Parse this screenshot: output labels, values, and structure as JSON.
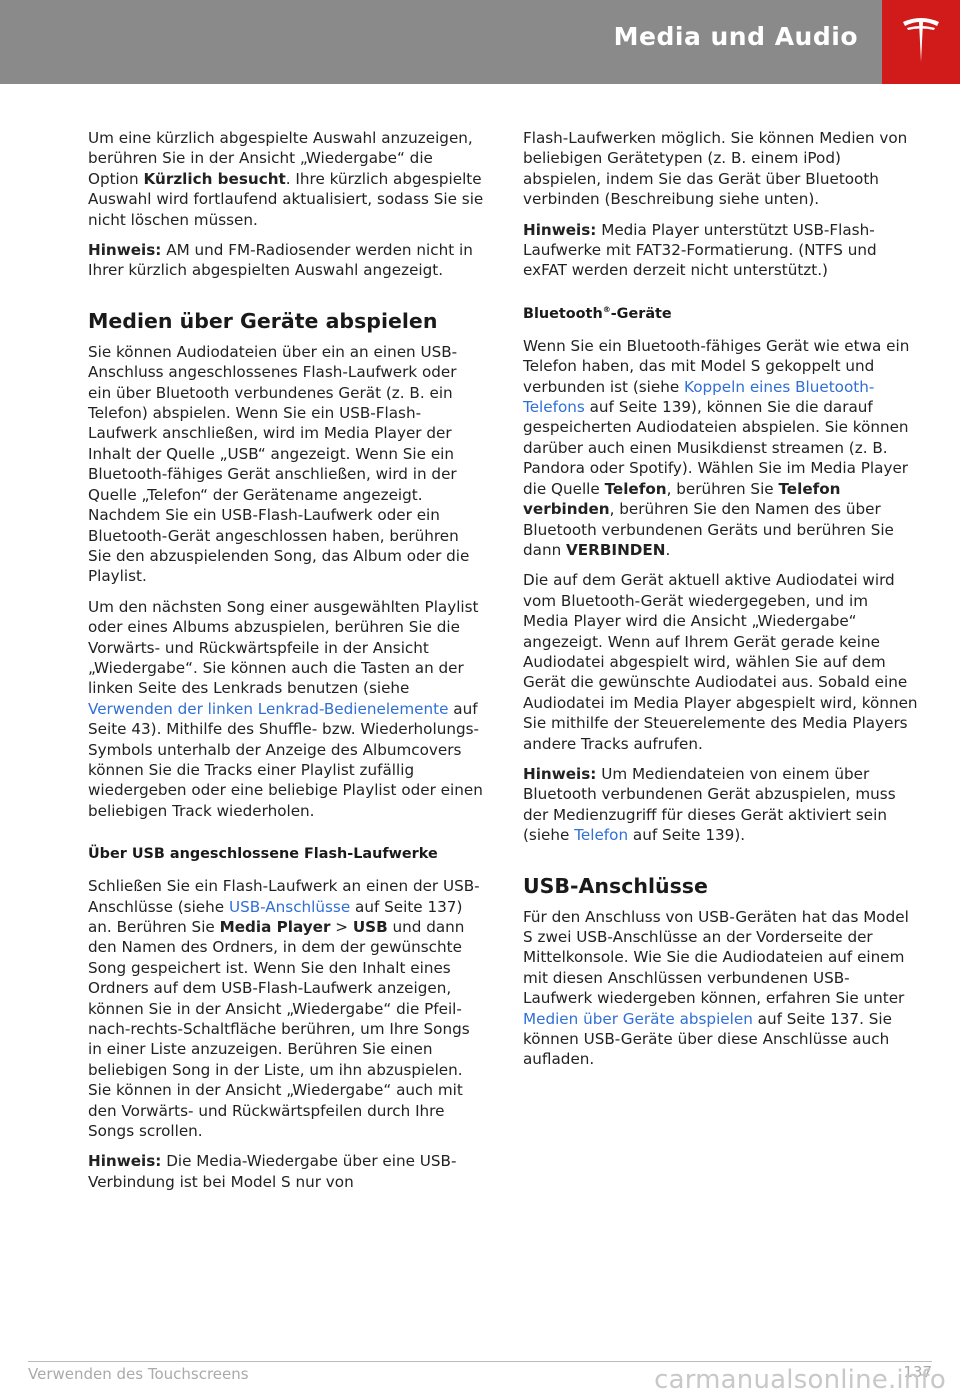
{
  "header": {
    "title": "Media und Audio",
    "accent_color": "#d11a1a",
    "bar_color": "#8a8a8a",
    "logo_icon": "tesla-logo"
  },
  "left": {
    "p1_a": "Um eine kürzlich abgespielte Auswahl anzuzeigen, berühren Sie in der Ansicht „Wiedergabe“ die Option ",
    "p1_b": "Kürzlich besucht",
    "p1_c": ". Ihre kürzlich abgespielte Auswahl wird fortlaufend aktualisiert, sodass Sie sie nicht löschen müssen.",
    "note1_label": "Hinweis:",
    "note1_text": " AM und FM-Radiosender werden nicht in Ihrer kürzlich abgespielten Auswahl angezeigt.",
    "h_medien": "Medien über Geräte abspielen",
    "p2": "Sie können Audiodateien über ein an einen USB-Anschluss angeschlossenes Flash-Laufwerk oder ein über Bluetooth verbundenes Gerät (z. B. ein Telefon) abspielen. Wenn Sie ein USB-Flash-Laufwerk anschließen, wird im Media Player der Inhalt der Quelle „USB“ angezeigt. Wenn Sie ein Bluetooth-fähiges Gerät anschließen, wird in der Quelle „Telefon“ der Gerätename angezeigt. Nachdem Sie ein USB-Flash-Laufwerk oder ein Bluetooth-Gerät angeschlossen haben, berühren Sie den abzuspielenden Song, das Album oder die Playlist.",
    "p3_a": "Um den nächsten Song einer ausgewählten Playlist oder eines Albums abzuspielen, berühren Sie die Vorwärts- und Rückwärtspfeile in der Ansicht „Wiedergabe“. Sie können auch die Tasten an der linken Seite des Lenkrads benutzen (siehe ",
    "p3_link": "Verwenden der linken Lenkrad-Bedienelemente",
    "p3_b": " auf Seite 43). Mithilfe des Shuffle- bzw. Wiederholungs-Symbols unterhalb der Anzeige des Albumcovers können Sie die Tracks einer Playlist zufällig wiedergeben oder eine beliebige Playlist oder einen beliebigen Track wiederholen.",
    "h_usb_flash": "Über USB angeschlossene Flash-Laufwerke",
    "p4_a": "Schließen Sie ein Flash-Laufwerk an einen der USB-Anschlüsse (siehe ",
    "p4_link": "USB-Anschlüsse",
    "p4_b": " auf Seite 137) an. Berühren Sie ",
    "p4_c": "Media Player",
    "p4_d": " > ",
    "p4_e": "USB",
    "p4_f": " und dann den Namen des Ordners, in dem der gewünschte Song gespeichert ist. Wenn Sie den Inhalt eines Ordners auf dem USB-Flash-Laufwerk anzeigen, können Sie in der Ansicht „Wiedergabe“ die Pfeil-nach-rechts-Schaltfläche berühren, um Ihre Songs in einer Liste anzuzeigen. Berühren Sie einen beliebigen Song in der Liste, um ihn abzuspielen. Sie können in der Ansicht „Wiedergabe“ auch mit den Vorwärts- und Rückwärtspfeilen durch Ihre Songs scrollen.",
    "note2_label": "Hinweis:",
    "note2_text": " Die Media-Wiedergabe über eine USB-Verbindung ist bei Model S nur von"
  },
  "right": {
    "p1": "Flash-Laufwerken möglich. Sie können Medien von beliebigen Gerätetypen (z. B. einem iPod) abspielen, indem Sie das Gerät über Bluetooth verbinden (Beschreibung siehe unten).",
    "note1_label": "Hinweis:",
    "note1_text": " Media Player unterstützt USB-Flash-Laufwerke mit FAT32-Formatierung. (NTFS und exFAT werden derzeit nicht unterstützt.)",
    "h_bt_a": "Bluetooth",
    "h_bt_sup": "®",
    "h_bt_b": "-Geräte",
    "p2_a": "Wenn Sie ein Bluetooth-fähiges Gerät wie etwa ein Telefon haben, das mit Model S gekoppelt und verbunden ist (siehe ",
    "p2_link": "Koppeln eines Bluetooth-Telefons",
    "p2_b": " auf Seite 139), können Sie die darauf gespeicherten Audiodateien abspielen. Sie können darüber auch einen Musikdienst streamen (z. B. Pandora oder Spotify). Wählen Sie im Media Player die Quelle ",
    "p2_c": "Telefon",
    "p2_d": ", berühren Sie ",
    "p2_e": "Telefon verbinden",
    "p2_f": ", berühren Sie den Namen des über Bluetooth verbundenen Geräts und berühren Sie dann ",
    "p2_g": "VERBINDEN",
    "p2_h": ".",
    "p3": "Die auf dem Gerät aktuell aktive Audiodatei wird vom Bluetooth-Gerät wiedergegeben, und im Media Player wird die Ansicht „Wiedergabe“ angezeigt. Wenn auf Ihrem Gerät gerade keine Audiodatei abgespielt wird, wählen Sie auf dem Gerät die gewünschte Audiodatei aus. Sobald eine Audiodatei im Media Player abgespielt wird, können Sie mithilfe der Steuerelemente des Media Players andere Tracks aufrufen.",
    "note2_label": "Hinweis:",
    "note2_a": " Um Mediendateien von einem über Bluetooth verbundenen Gerät abzuspielen, muss der Medienzugriff für dieses Gerät aktiviert sein (siehe ",
    "note2_link": "Telefon",
    "note2_b": " auf Seite 139).",
    "h_usb": "USB-Anschlüsse",
    "p4_a": "Für den Anschluss von USB-Geräten hat das Model S zwei USB-Anschlüsse an der Vorderseite der Mittelkonsole. Wie Sie die Audiodateien auf einem mit diesen Anschlüssen verbundenen USB-Laufwerk wiedergeben können, erfahren Sie unter ",
    "p4_link": "Medien über Geräte abspielen",
    "p4_b": " auf Seite 137. Sie können USB-Geräte über diese Anschlüsse auch aufladen."
  },
  "footer": {
    "section": "Verwenden des Touchscreens",
    "page": "137",
    "watermark": "carmanualsonline.info"
  },
  "link_color": "#2f6fd6"
}
